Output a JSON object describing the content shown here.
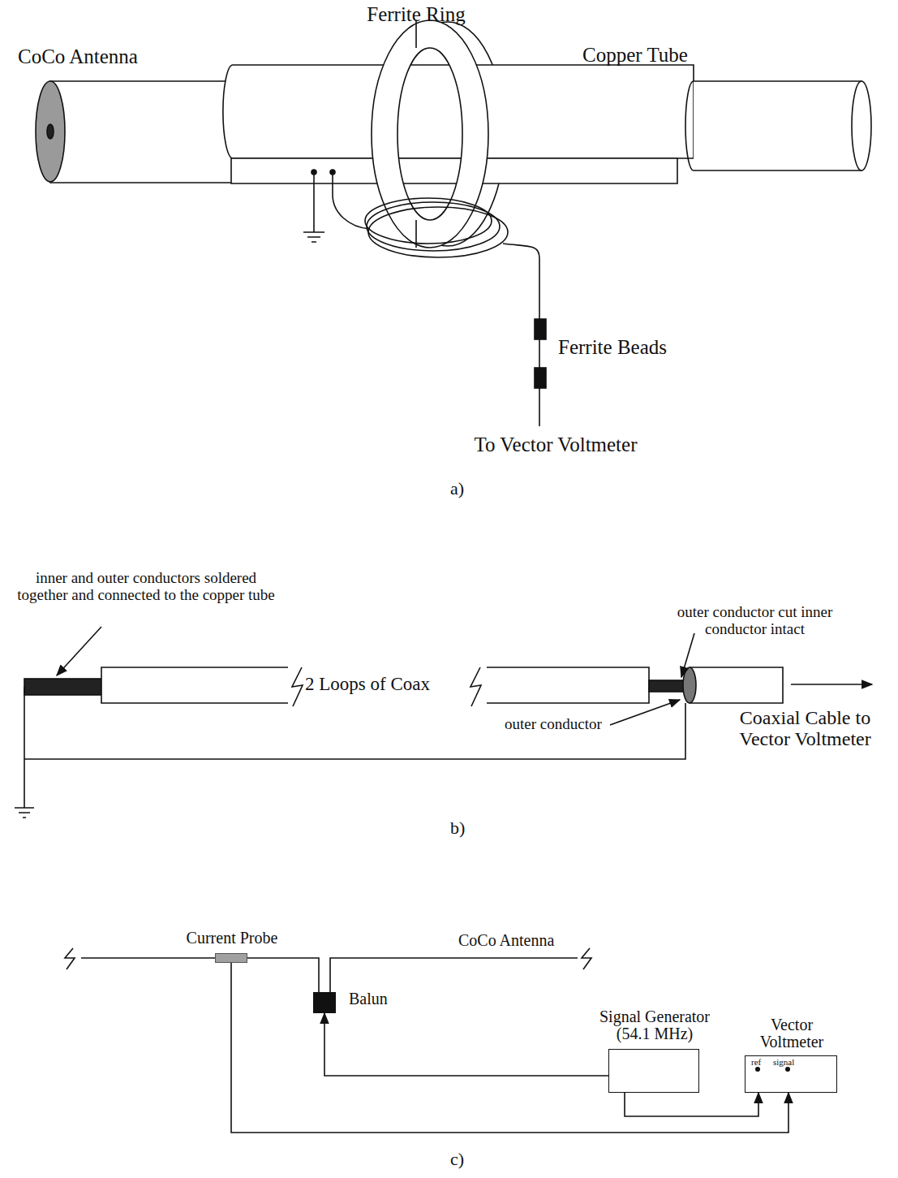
{
  "diagram": {
    "nodes": [
      {
        "text": [
          "Current Probe"
        ]
      },
      {
        "text": [
          "Balun"
        ]
      },
      {
        "text": [
          "Signal Generator (54.1 MHz)"
        ]
      },
      {
        "text": [
          "Vector Voltmeter",
          "ref",
          "signal"
        ]
      }
    ],
    "edges": [
      {
        "from": 2,
        "to": 1,
        "arrow": "to"
      },
      {
        "from": 2,
        "to": 3,
        "arrow": "to"
      },
      {
        "from": 0,
        "to": 3,
        "arrow": "to"
      }
    ],
    "labels": [
      "CoCo Antenna",
      "Ferrite Ring",
      "Copper Tube",
      "Ferrite Beads",
      "To Vector Voltmeter",
      "a)",
      "inner and outer conductors soldered together and connected to the copper tube",
      "2 Loops of Coax",
      "outer conductor cut inner conductor intact",
      "outer conductor",
      "Coaxial Cable to Vector Voltmeter",
      "b)",
      "CoCo Antenna",
      "c)"
    ]
  }
}
